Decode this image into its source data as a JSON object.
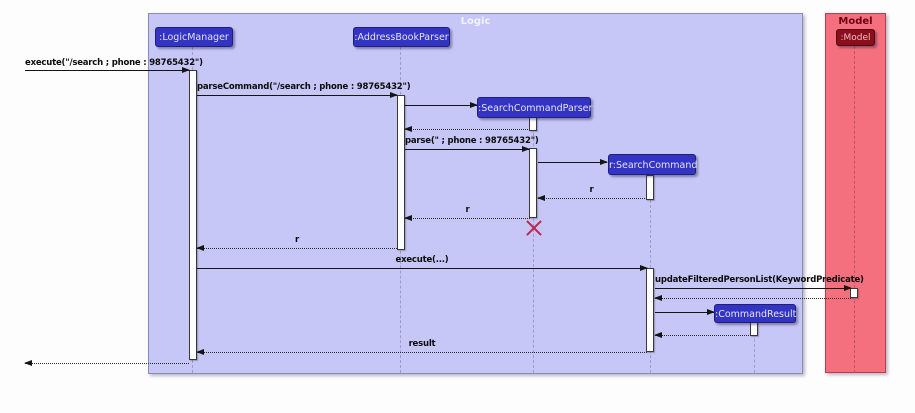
{
  "frames": {
    "logic": {
      "label": "Logic"
    },
    "model": {
      "label": "Model"
    }
  },
  "participants": [
    {
      "id": "logic-manager",
      "label": ":LogicManager"
    },
    {
      "id": "address-book-parser",
      "label": ":AddressBookParser"
    },
    {
      "id": "search-command-parser",
      "label": ":SearchCommandParser"
    },
    {
      "id": "search-command",
      "label": "r:SearchCommand"
    },
    {
      "id": "command-result",
      "label": ":CommandResult"
    },
    {
      "id": "model",
      "label": ":Model"
    }
  ],
  "messages": [
    {
      "label": "execute(\"/search ; phone : 98765432\")",
      "type": "sync"
    },
    {
      "label": "parseCommand(\"/search ; phone : 98765432\")",
      "type": "sync"
    },
    {
      "label": "",
      "type": "create"
    },
    {
      "label": "",
      "type": "return"
    },
    {
      "label": "parse(\" ; phone : 98765432\")",
      "type": "sync"
    },
    {
      "label": "",
      "type": "create"
    },
    {
      "label": "r",
      "type": "return"
    },
    {
      "label": "r",
      "type": "return"
    },
    {
      "label": "r",
      "type": "return"
    },
    {
      "label": "execute(...)",
      "type": "sync"
    },
    {
      "label": "updateFilteredPersonList(KeywordPredicate)",
      "type": "sync"
    },
    {
      "label": "",
      "type": "return"
    },
    {
      "label": "",
      "type": "create"
    },
    {
      "label": "",
      "type": "return"
    },
    {
      "label": "result",
      "type": "return"
    },
    {
      "label": "",
      "type": "return"
    }
  ],
  "colors": {
    "logic_frame_fill": "#C7C7F7",
    "model_frame_fill": "#F4707E",
    "logic_participant_fill": "#3333C4",
    "model_participant_fill": "#8B0E1C",
    "activation_fill": "#FFFFFF",
    "destroy_x": "#C0244C"
  }
}
